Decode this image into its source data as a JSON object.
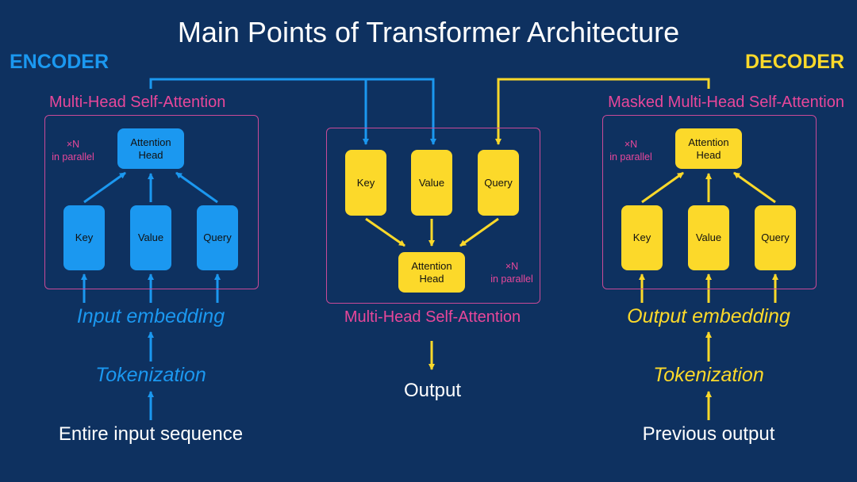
{
  "title": "Main Points of Transformer Architecture",
  "encoder": {
    "label": "ENCODER",
    "box_label": "Multi-Head Self-Attention",
    "attention_head": "Attention\nHead",
    "parallel_note": "×N\nin parallel",
    "key": "Key",
    "value": "Value",
    "query": "Query",
    "embedding": "Input embedding",
    "tokenization": "Tokenization",
    "input": "Entire input sequence"
  },
  "middle": {
    "box_label": "Multi-Head Self-Attention",
    "key": "Key",
    "value": "Value",
    "query": "Query",
    "attention_head": "Attention\nHead",
    "parallel_note": "×N\nin parallel",
    "output": "Output"
  },
  "decoder": {
    "label": "DECODER",
    "box_label": "Masked Multi-Head Self-Attention",
    "attention_head": "Attention\nHead",
    "parallel_note": "×N\nin parallel",
    "key": "Key",
    "value": "Value",
    "query": "Query",
    "embedding": "Output embedding",
    "tokenization": "Tokenization",
    "input": "Previous output"
  },
  "colors": {
    "background": "#0e3160",
    "encoder_blue": "#1b98f0",
    "decoder_yellow": "#fcd92a",
    "label_pink": "#e8479a",
    "box_border": "#c94a98"
  }
}
